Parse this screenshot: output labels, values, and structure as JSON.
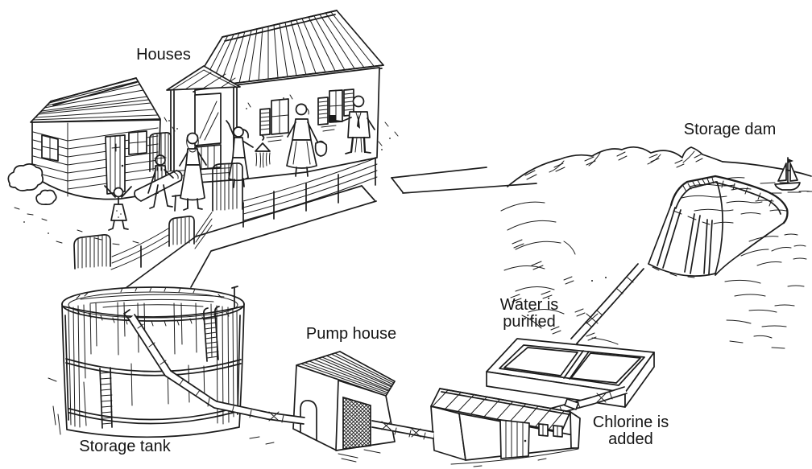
{
  "scene": {
    "description": "Hand-drawn illustration of a town water supply system",
    "background": "#ffffff",
    "ink": "#1c1c1c"
  },
  "labels": {
    "houses": "Houses",
    "storage_dam": "Storage dam",
    "water_purified": [
      "Water is",
      "purified"
    ],
    "chlorine_added": [
      "Chlorine is",
      "added"
    ],
    "pump_house": "Pump house",
    "storage_tank": "Storage tank"
  }
}
